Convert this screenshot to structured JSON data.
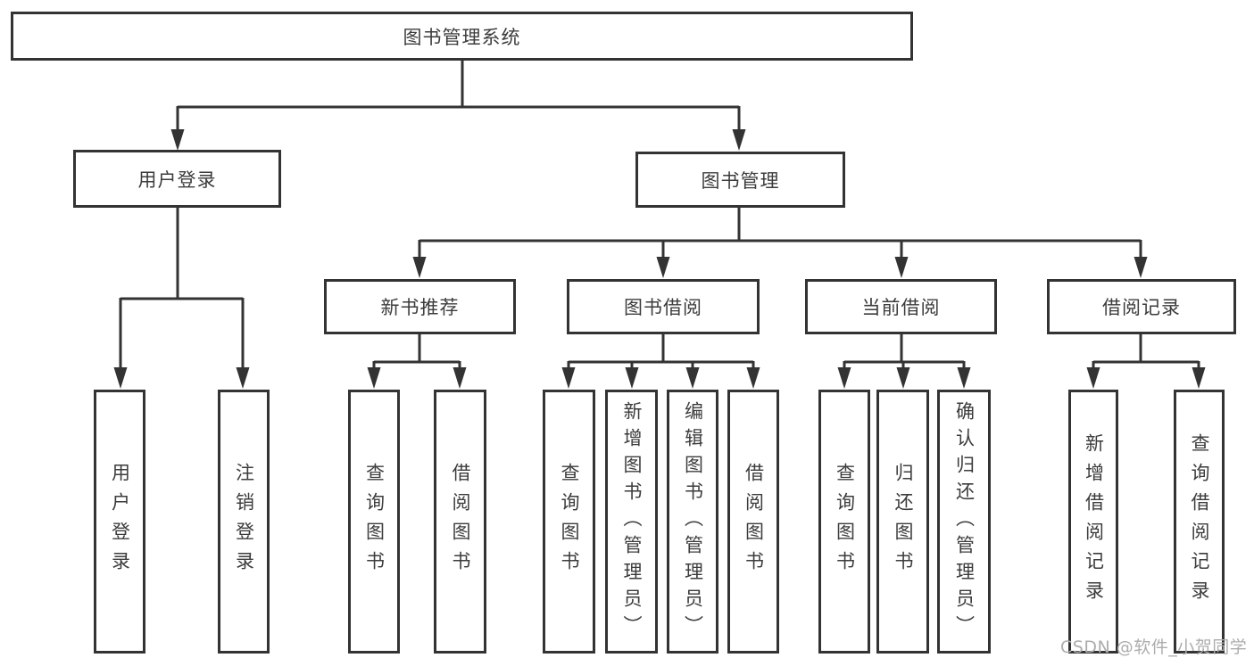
{
  "colors": {
    "line": "#333333",
    "box_border": "#333333",
    "text": "#3c3c3c",
    "watermark": "#adadad",
    "background": "#ffffff"
  },
  "watermark": {
    "text": "CSDN @软件_小贺同学"
  },
  "tree": {
    "root": {
      "label": "图书管理系统"
    },
    "branches": [
      {
        "label": "用户登录",
        "children": [
          {
            "label": "用户登录"
          },
          {
            "label": "注销登录"
          }
        ]
      },
      {
        "label": "图书管理",
        "children": [
          {
            "label": "新书推荐",
            "children": [
              {
                "label": "查询图书"
              },
              {
                "label": "借阅图书"
              }
            ]
          },
          {
            "label": "图书借阅",
            "children": [
              {
                "label": "查询图书"
              },
              {
                "label": "新增图书（管理员）"
              },
              {
                "label": "编辑图书（管理员）"
              },
              {
                "label": "借阅图书"
              }
            ]
          },
          {
            "label": "当前借阅",
            "children": [
              {
                "label": "查询图书"
              },
              {
                "label": "归还图书"
              },
              {
                "label": "确认归还（管理员）"
              }
            ]
          },
          {
            "label": "借阅记录",
            "children": [
              {
                "label": "新增借阅记录"
              },
              {
                "label": "查询借阅记录"
              }
            ]
          }
        ]
      }
    ]
  }
}
